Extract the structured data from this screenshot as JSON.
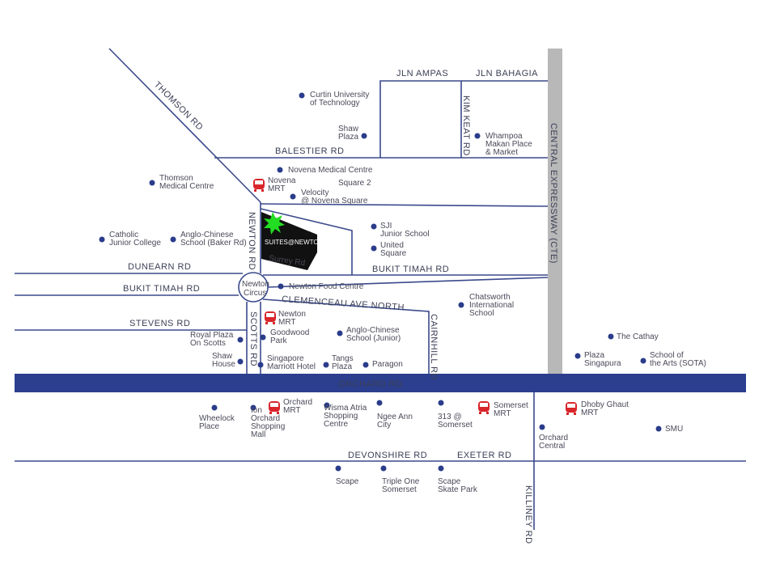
{
  "roads": {
    "thomson": "THOMSON RD",
    "jln_ampas": "JLN AMPAS",
    "jln_bahagia": "JLN BAHAGIA",
    "kim_keat": "KIM KEAT RD",
    "cte": "CENTRAL EXPRESSWAY (CTE)",
    "balestier": "BALESTIER RD",
    "newton": "NEWTON RD",
    "surrey": "Surrey Rd",
    "dunearn": "DUNEARN RD",
    "bukit_timah": "BUKIT TIMAH RD",
    "bukit_timah_east": "BUKIT TIMAH RD",
    "clemenceau": "CLEMENCEAU AVE NORTH",
    "stevens": "STEVENS RD",
    "scotts": "SCOTTS RD",
    "cairnhill": "CAIRNHILL RD",
    "orchard": "ORCHARD RD",
    "devonshire": "DEVONSHIRE RD",
    "exeter": "EXETER RD",
    "killiney": "KILLINEY RD"
  },
  "landmarks": {
    "circus": [
      "Newton",
      "Circus"
    ],
    "project": "SUITES@NEWTON"
  },
  "pois": {
    "curtin": [
      "Curtin University",
      "of Technology"
    ],
    "shaw_plaza": [
      "Shaw",
      "Plaza"
    ],
    "whampoa": [
      "Whampoa",
      "Makan Place",
      "& Market"
    ],
    "novena_medical": [
      "Novena Medical Centre"
    ],
    "square2": [
      "Square 2"
    ],
    "velocity": [
      "Velocity",
      "@ Novena Square"
    ],
    "thomson_medical": [
      "Thomson",
      "Medical Centre"
    ],
    "cjc": [
      "Catholic",
      "Junior College"
    ],
    "acs_baker": [
      "Anglo-Chinese",
      "School (Baker Rd)"
    ],
    "sji": [
      "SJI",
      "Junior School"
    ],
    "united_square": [
      "United",
      "Square"
    ],
    "newton_food": [
      "Newton Food Centre"
    ],
    "chatsworth": [
      "Chatsworth",
      "International",
      "School"
    ],
    "royal_plaza": [
      "Royal Plaza",
      "On Scotts"
    ],
    "goodwood": [
      "Goodwood",
      "Park"
    ],
    "acs_junior": [
      "Anglo-Chinese",
      "School (Junior)"
    ],
    "shaw_house": [
      "Shaw",
      "House"
    ],
    "marriott": [
      "Singapore",
      "Marriott Hotel"
    ],
    "tangs": [
      "Tangs",
      "Plaza"
    ],
    "paragon": [
      "Paragon"
    ],
    "cathay": [
      "The Cathay"
    ],
    "plaza_sing": [
      "Plaza",
      "Singapura"
    ],
    "sota": [
      "School of",
      "the Arts (SOTA)"
    ],
    "wheelock": [
      "Wheelock",
      "Place"
    ],
    "ion": [
      "Ion",
      "Orchard",
      "Shopping",
      "Mall"
    ],
    "wisma": [
      "Wisma Atria",
      "Shopping",
      "Centre"
    ],
    "ngee_ann": [
      "Ngee Ann",
      "City"
    ],
    "313": [
      "313 @",
      "Somerset"
    ],
    "orchard_central": [
      "Orchard",
      "Central"
    ],
    "smu": [
      "SMU"
    ],
    "scape": [
      "Scape"
    ],
    "triple_one": [
      "Triple One",
      "Somerset"
    ],
    "scape_skate": [
      "Scape",
      "Skate Park"
    ]
  },
  "mrt": {
    "novena": [
      "Novena",
      "MRT"
    ],
    "newton": [
      "Newton",
      "MRT"
    ],
    "orchard": [
      "Orchard",
      "MRT"
    ],
    "somerset": [
      "Somerset",
      "MRT"
    ],
    "dhoby": [
      "Dhoby Ghaut",
      "MRT"
    ]
  },
  "colors": {
    "road": "#3b4a8c",
    "orchard_band": "#2c3f8e",
    "cte": "#b8b8b8",
    "mrt": "#d8262b",
    "star": "#22dd22"
  }
}
